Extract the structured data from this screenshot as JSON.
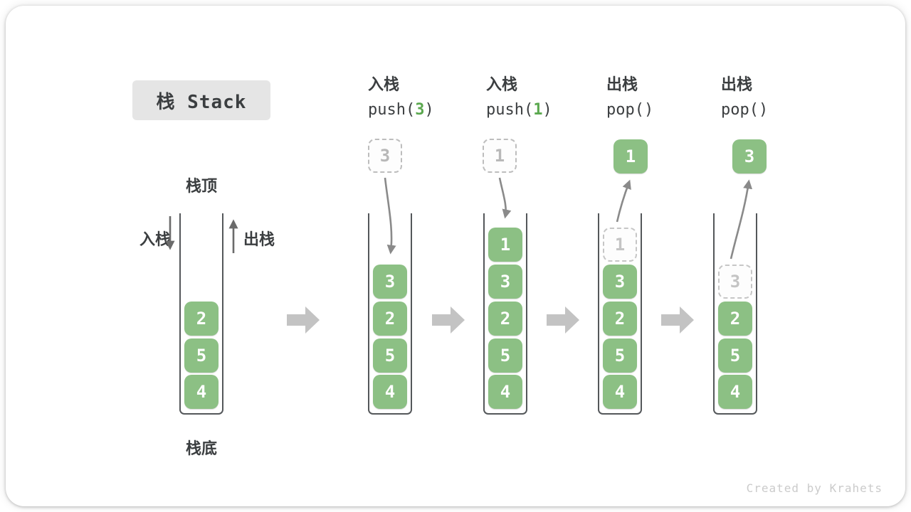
{
  "title": "栈 Stack",
  "watermark": "Created by Krahets",
  "labels": {
    "stack_top": "栈顶",
    "stack_bottom": "栈底",
    "push": "入栈",
    "pop": "出栈"
  },
  "operations": [
    {
      "name": "入栈",
      "code_pre": "push(",
      "code_arg": "3",
      "code_post": ")"
    },
    {
      "name": "入栈",
      "code_pre": "push(",
      "code_arg": "1",
      "code_post": ")"
    },
    {
      "name": "出栈",
      "code_pre": "pop(",
      "code_arg": "",
      "code_post": ")"
    },
    {
      "name": "出栈",
      "code_pre": "pop(",
      "code_arg": "",
      "code_post": ")"
    }
  ],
  "floating_values": [
    {
      "value": "3",
      "variant": "dashed"
    },
    {
      "value": "1",
      "variant": "dashed"
    },
    {
      "value": "1",
      "variant": "solid"
    },
    {
      "value": "3",
      "variant": "solid"
    }
  ],
  "stacks": [
    {
      "cells": [
        {
          "v": "2"
        },
        {
          "v": "5"
        },
        {
          "v": "4"
        }
      ]
    },
    {
      "cells": [
        {
          "v": "3"
        },
        {
          "v": "2"
        },
        {
          "v": "5"
        },
        {
          "v": "4"
        }
      ]
    },
    {
      "cells": [
        {
          "v": "1"
        },
        {
          "v": "3"
        },
        {
          "v": "2"
        },
        {
          "v": "5"
        },
        {
          "v": "4"
        }
      ]
    },
    {
      "cells": [
        {
          "v": "1",
          "ghost": true
        },
        {
          "v": "3"
        },
        {
          "v": "2"
        },
        {
          "v": "5"
        },
        {
          "v": "4"
        }
      ]
    },
    {
      "cells": [
        {
          "v": "3",
          "ghost": true
        },
        {
          "v": "2"
        },
        {
          "v": "5"
        },
        {
          "v": "4"
        }
      ]
    }
  ],
  "colors": {
    "cell_green": "#8CC084",
    "code_green": "#5BA84F",
    "title_bg": "#E5E5E5",
    "wall_gray": "#54575A",
    "curve_arrow_gray": "#8A8A8A",
    "side_arrow_gray": "#6B6B6B",
    "block_arrow_gray": "#C3C3C3",
    "ghost_gray": "#C6C6C6",
    "text_dark": "#3B3E40",
    "watermark_gray": "#CBCBCB"
  }
}
